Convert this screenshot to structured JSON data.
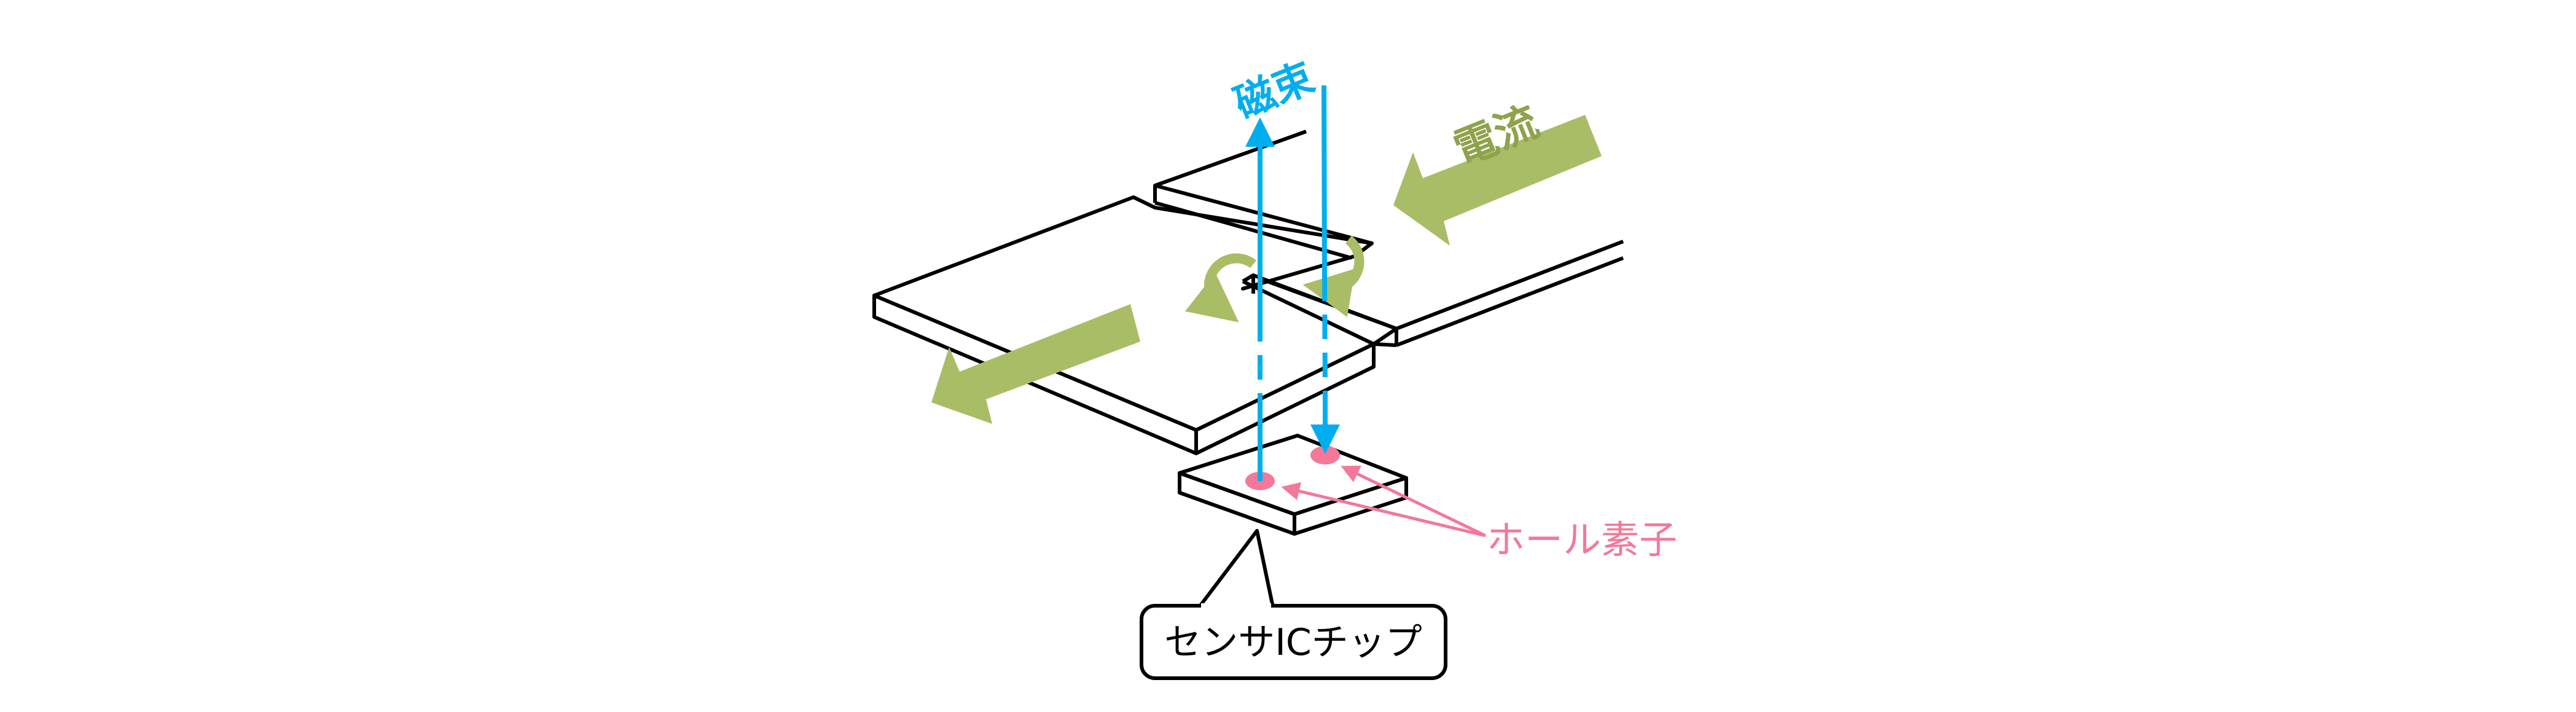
{
  "labels": {
    "flux": "磁束",
    "current": "電流",
    "hall_element": "ホール素子",
    "sensor_chip": "センサICチップ"
  },
  "colors": {
    "flux": "#00aeef",
    "current": "#a9bd66",
    "hall": "#f3789a",
    "line": "#000000"
  }
}
